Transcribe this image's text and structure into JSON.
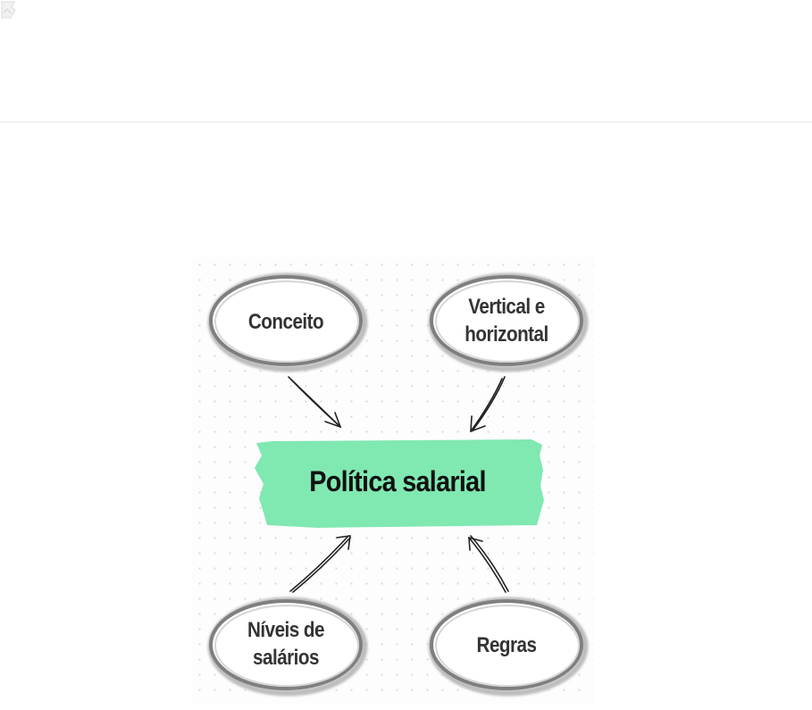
{
  "diagram": {
    "center": {
      "label": "Política salarial"
    },
    "nodes": {
      "top_left": {
        "label": "Conceito"
      },
      "top_right": {
        "line1": "Vertical e",
        "line2": "horizontal"
      },
      "bottom_left": {
        "line1": "Níveis de",
        "line2": "salários"
      },
      "bottom_right": {
        "label": "Regras"
      }
    },
    "colors": {
      "center_fill": "#80e8b1",
      "ellipse_stroke": "#8a8a8a",
      "arrow": "#222222"
    }
  }
}
